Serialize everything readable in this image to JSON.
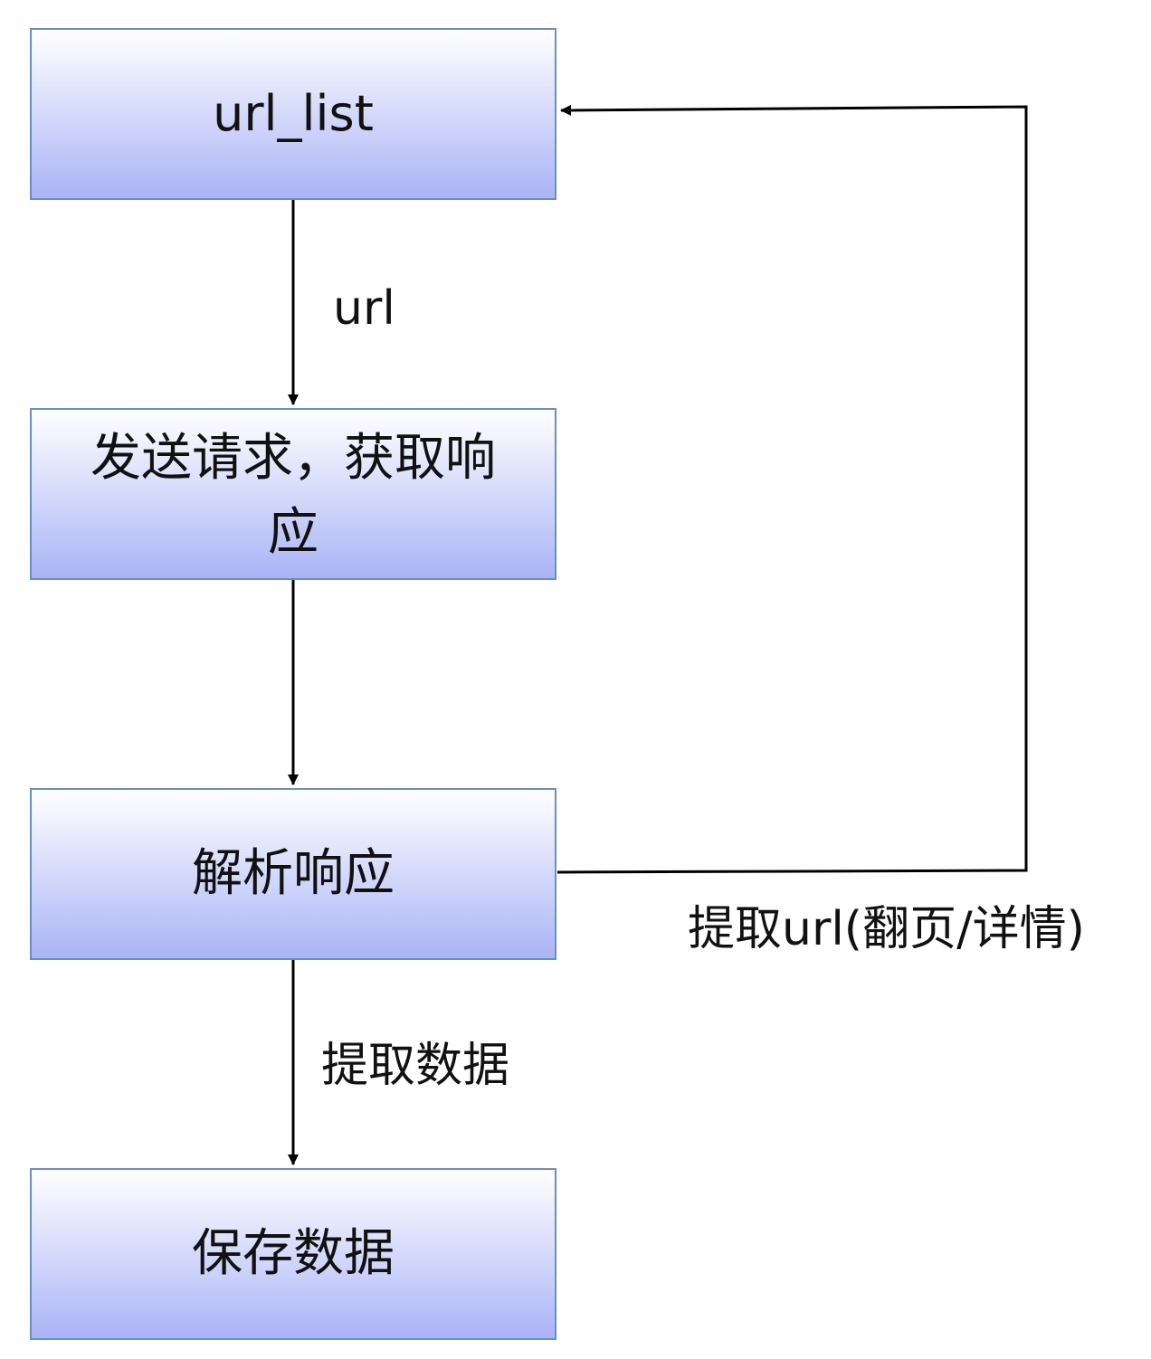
{
  "diagram": {
    "nodes": {
      "url_list": "url_list",
      "send_request": "发送请求，获取响应",
      "parse_response": "解析响应",
      "save_data": "保存数据"
    },
    "edges": {
      "list_to_request": "url",
      "request_to_parse": "",
      "parse_to_save": "提取数据",
      "parse_to_list": "提取url(翻页/详情)"
    },
    "colors": {
      "node_border": "#6c8ebf",
      "node_fill_top": "#ffffff",
      "node_fill_bottom": "#aab4f6",
      "edge": "#000000"
    }
  }
}
